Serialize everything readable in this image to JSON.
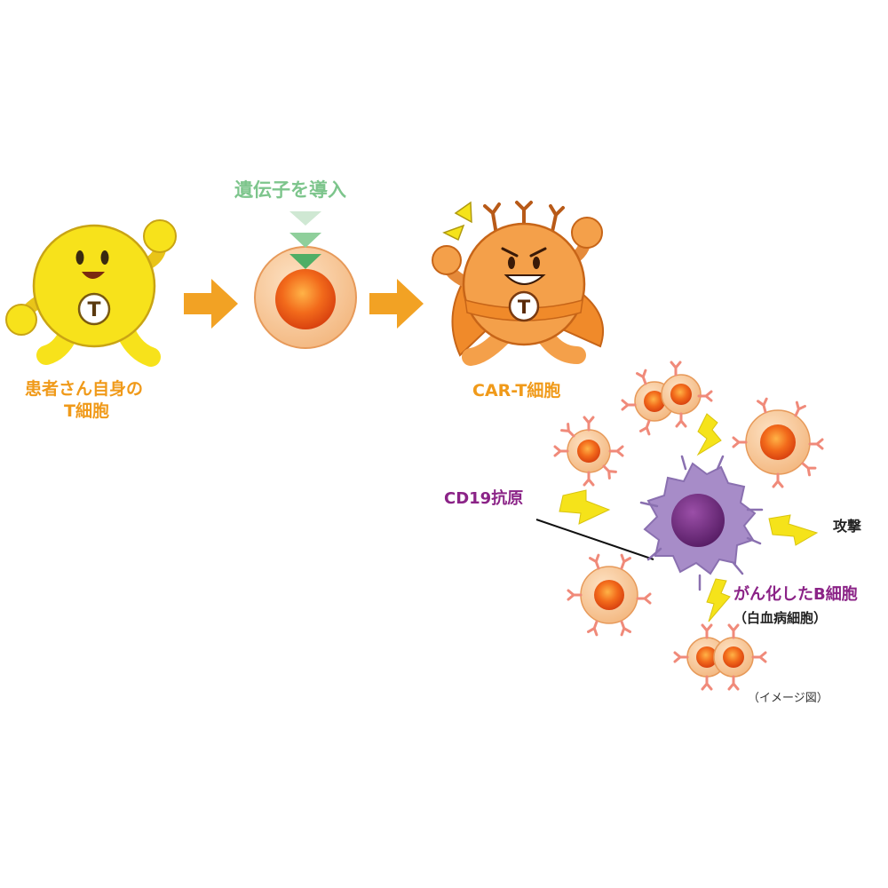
{
  "labels": {
    "patient_t_cell_line1": "患者さん自身の",
    "patient_t_cell_line2": "T細胞",
    "gene_transfer": "遺伝子を導入",
    "car_t_cell": "CAR-T細胞",
    "cd19_antigen": "CD19抗原",
    "attack": "攻撃",
    "cancerous_b_cell": "がん化したB細胞",
    "leukemia_cell": "（白血病細胞）",
    "image_note": "（イメージ図）"
  },
  "badge_letter": "T",
  "colors": {
    "t_cell_yellow": "#f7e21b",
    "orange_text": "#f09a1a",
    "green_text": "#7dc58c",
    "arrow_orange": "#f2a224",
    "car_t_orange": "#f4a04a",
    "cape": "#f08a2a",
    "purple_text": "#8b2387",
    "b_cell_purple": "#a78cc8",
    "nucleus_purple": "#6e2b7e",
    "lightning_yellow": "#f5e31a",
    "receptor_pink": "#f08a7a"
  }
}
